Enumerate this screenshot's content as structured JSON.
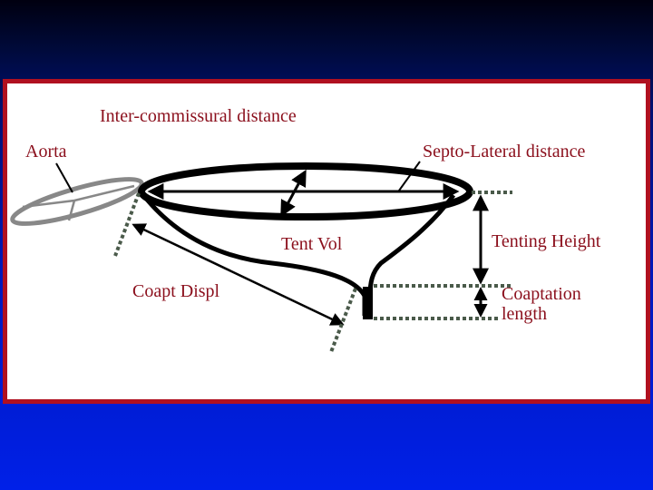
{
  "labels": {
    "inter_commissural": "Inter-commissural distance",
    "aorta": "Aorta",
    "septo_lateral": "Septo-Lateral distance",
    "tent_vol": "Tent Vol",
    "tenting_height": "Tenting Height",
    "coapt_displ": "Coapt Displ",
    "coaptation_line1": "Coaptation",
    "coaptation_line2": "length"
  },
  "colors": {
    "frame_border": "#b01020",
    "label_text": "#8b0f1c",
    "annulus": "#000000",
    "aortic_ring": "#888888",
    "reference_lines": "#4a5a4a",
    "background_top": "#000010",
    "background_bottom": "#0020e8"
  }
}
